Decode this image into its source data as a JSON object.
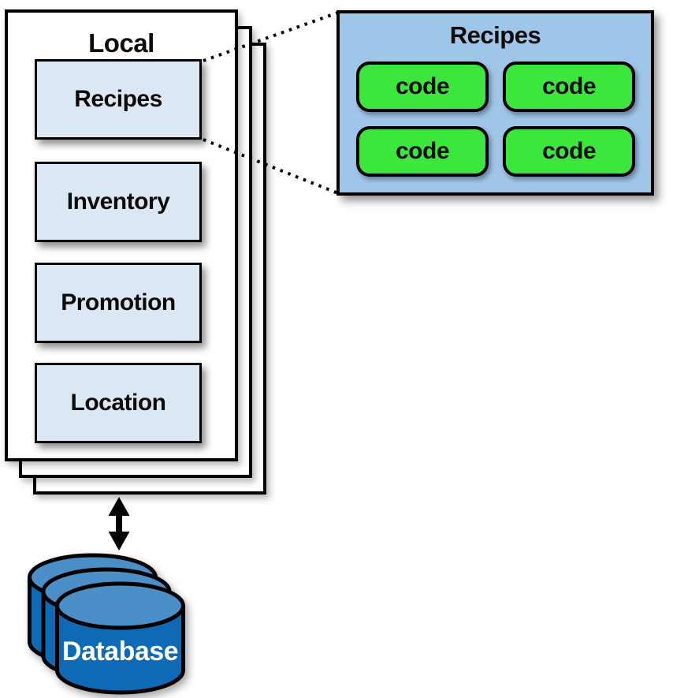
{
  "diagram": {
    "local_stack": {
      "title": "Local",
      "layer_count": 3,
      "services": [
        {
          "label": "Recipes"
        },
        {
          "label": "Inventory"
        },
        {
          "label": "Promotion"
        },
        {
          "label": "Location"
        }
      ]
    },
    "recipes_detail": {
      "title": "Recipes",
      "code_blocks": [
        {
          "label": "code"
        },
        {
          "label": "code"
        },
        {
          "label": "code"
        },
        {
          "label": "code"
        }
      ]
    },
    "database": {
      "label": "Database",
      "cylinder_count": 3
    }
  },
  "colors": {
    "service-fill": "#dbe8f4",
    "panel-fill": "#9fc6e8",
    "code-fill": "#3ce63c",
    "db-body": "#0f6ab5",
    "db-top": "#4a8fc7",
    "outline": "#000000"
  }
}
